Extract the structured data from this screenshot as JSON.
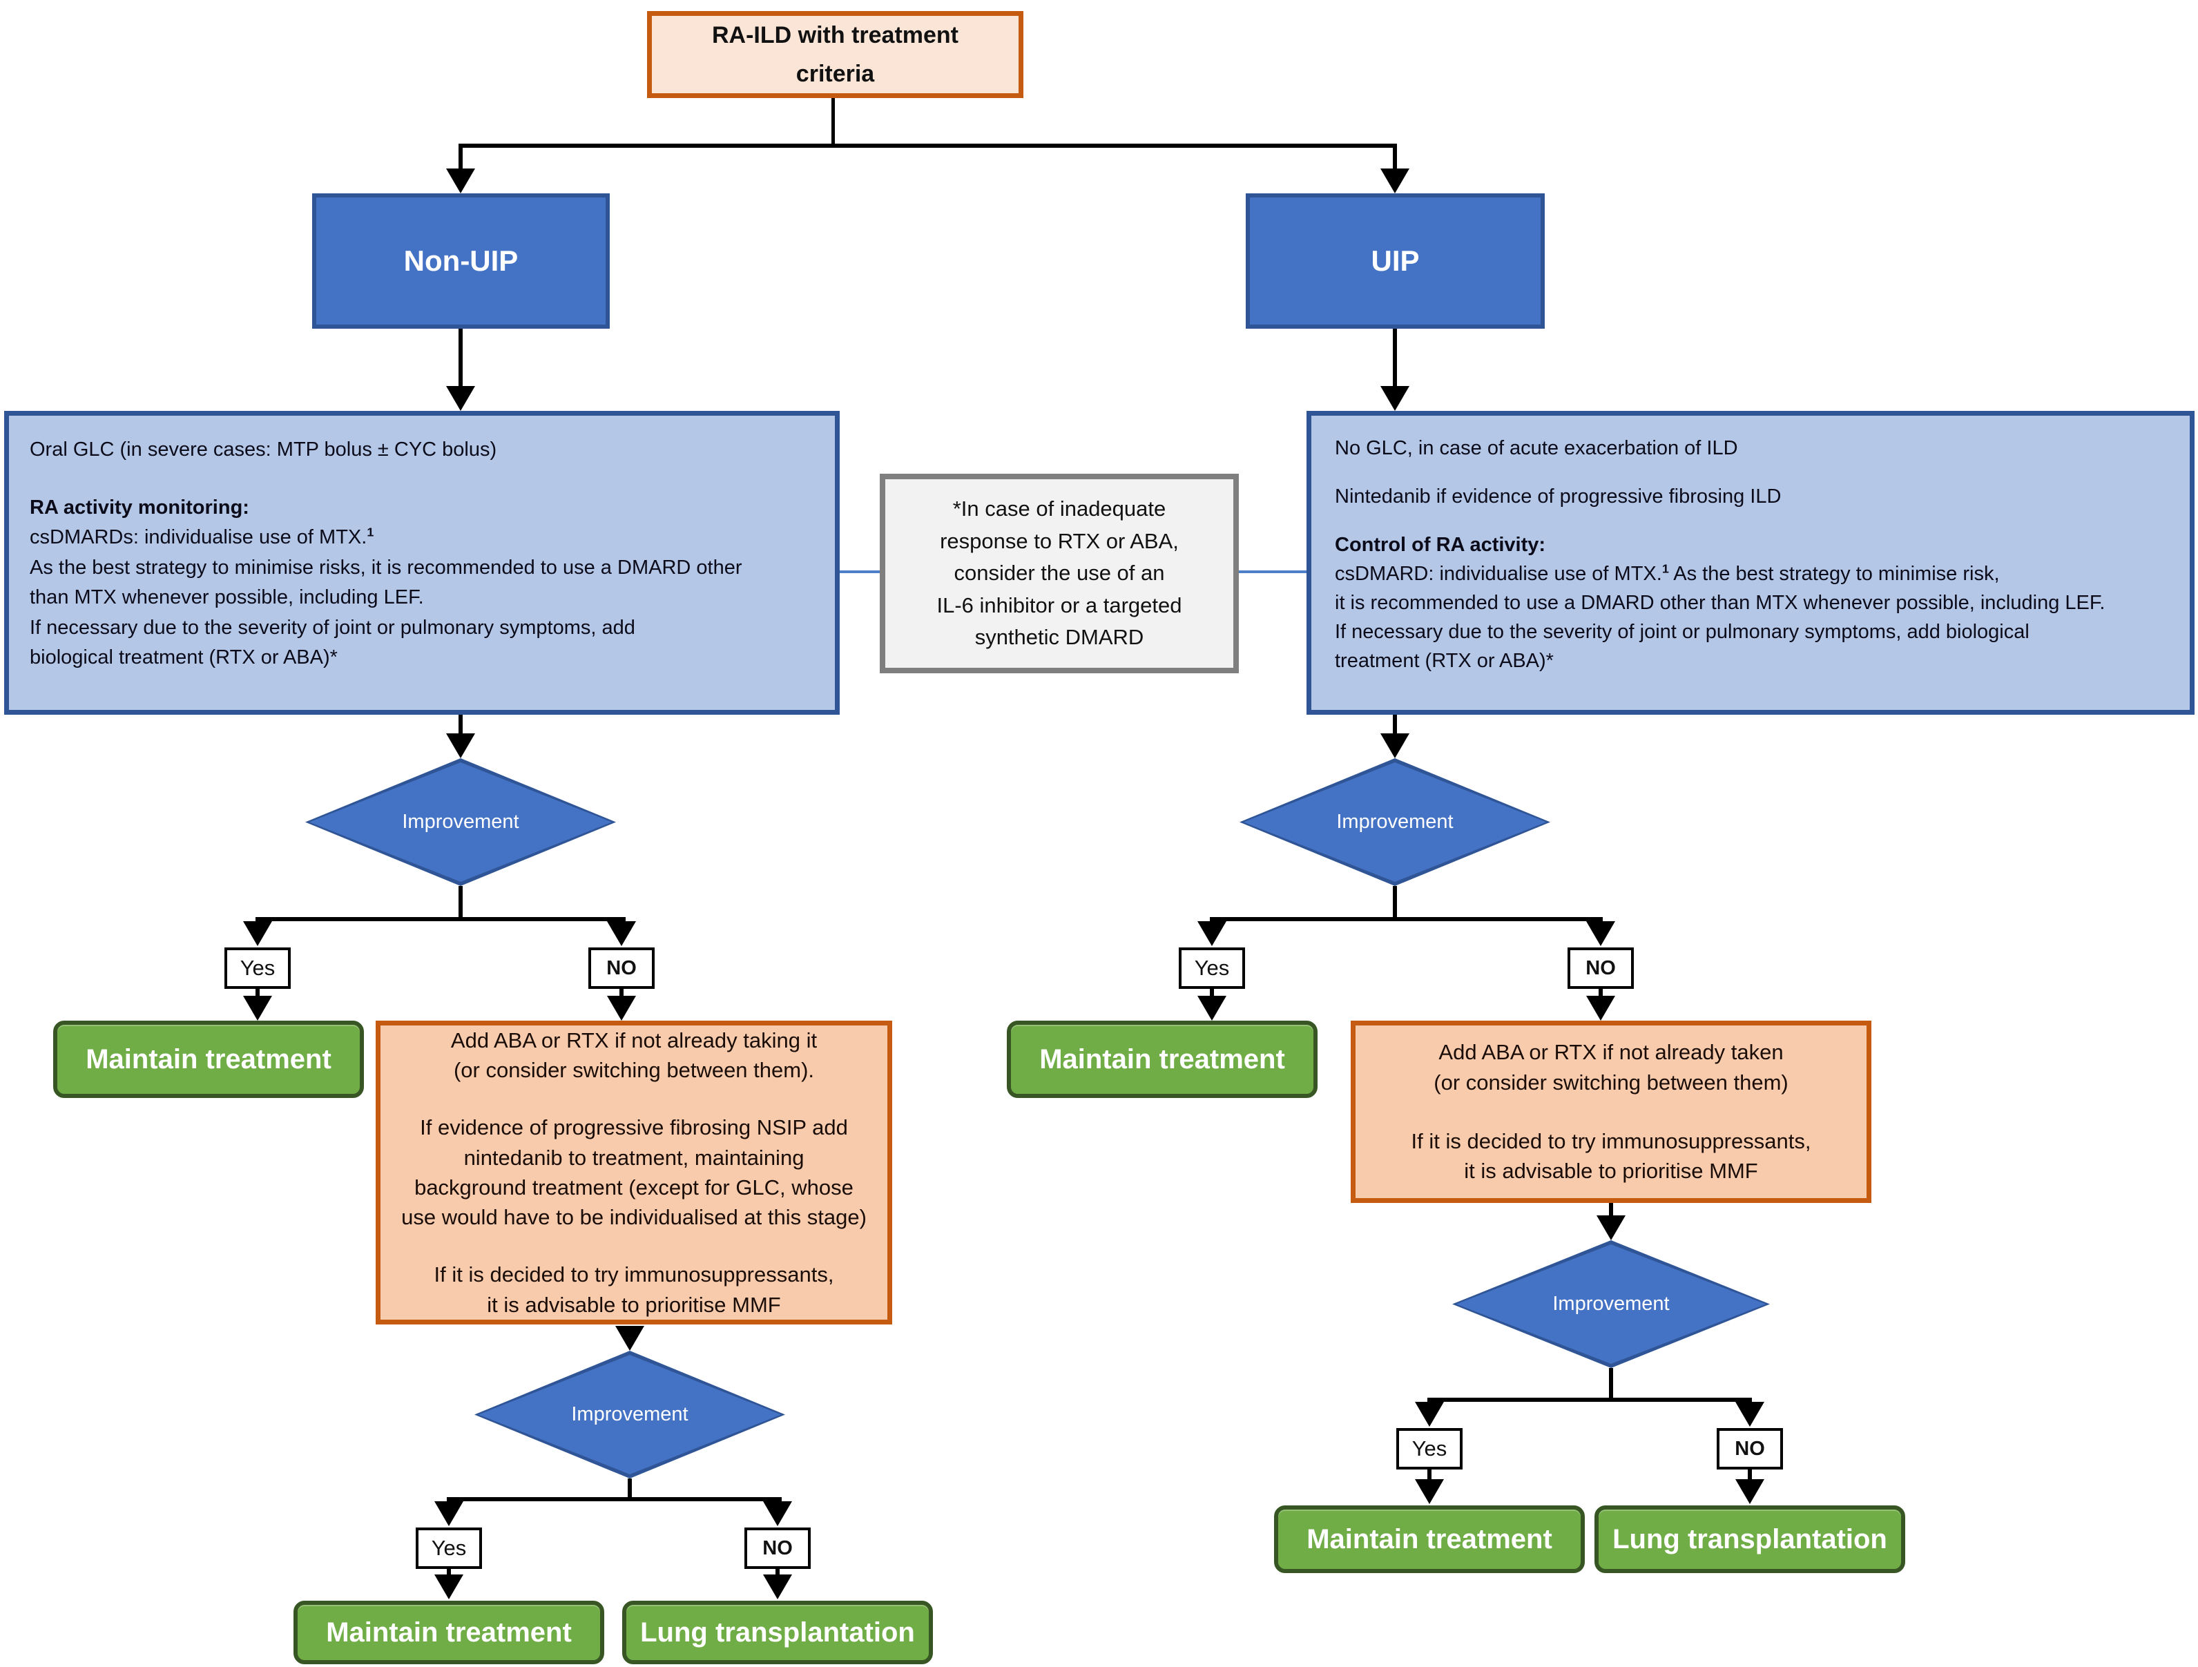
{
  "diagram_title": "RA-ILD treatment algorithm flowchart",
  "colors": {
    "root_fill": "#FBE5D6",
    "root_border": "#C55A11",
    "branch_fill": "#4472C4",
    "branch_border": "#2F5597",
    "treatment_fill": "#B4C7E7",
    "treatment_border": "#2F5597",
    "note_fill": "#F2F2F2",
    "note_border": "#7F7F7F",
    "escalation_fill": "#F8CBAD",
    "escalation_border": "#C55A11",
    "outcome_fill": "#70AD47",
    "outcome_border": "#375623",
    "diamond_fill": "#4472C4",
    "diamond_border": "#2F5597",
    "connector_blue": "#4E7FC9",
    "line_black": "#000000"
  },
  "labels": {
    "improvement": "Improvement",
    "yes": "Yes",
    "no": "NO",
    "maintain_treatment": "Maintain treatment",
    "lung_transplantation": "Lung transplantation"
  },
  "nodes": {
    "root": {
      "line1": "RA-ILD with treatment",
      "line2": "criteria"
    },
    "non_uip": "Non-UIP",
    "uip": "UIP",
    "left_treatment": {
      "line1": "Oral GLC (in severe cases: MTP bolus ± CYC bolus)",
      "heading": "RA activity monitoring:",
      "csdmard_pre": "csDMARDs: individualise use of MTX.",
      "csdmard_sup": "1",
      "line3": "As the best strategy to minimise risks, it is recommended to use a DMARD other",
      "line4": "than MTX whenever possible, including LEF.",
      "line5": "If necessary due to the severity of joint or pulmonary symptoms, add",
      "line6": "biological treatment (RTX or ABA)*"
    },
    "note": {
      "line1": "*In case of inadequate",
      "line2": "response to RTX or ABA,",
      "line3": "consider the use of an",
      "line4": "IL-6 inhibitor or a targeted",
      "line5": "synthetic DMARD"
    },
    "right_treatment": {
      "line1": "No GLC, in case of acute exacerbation of ILD",
      "line2": "Nintedanib if evidence of progressive fibrosing ILD",
      "heading": "Control of RA activity:",
      "csdmard_pre": "csDMARD: individualise use of MTX.",
      "csdmard_sup": "1",
      "csdmard_post": " As the best strategy to minimise risk,",
      "line4": "it is recommended to use a DMARD other than MTX whenever possible, including LEF.",
      "line5": "If necessary due to the severity of joint or pulmonary symptoms, add biological",
      "line6": "treatment (RTX or ABA)*"
    },
    "left_escalation": {
      "line1": "Add ABA or RTX if not already taking it",
      "line2": "(or consider switching between them).",
      "line3": "If evidence of progressive fibrosing NSIP add",
      "line4": "nintedanib to treatment, maintaining",
      "line5": "background treatment (except for GLC, whose",
      "line6": "use would have to be individualised at this stage)",
      "line7": "If it is decided to try immunosuppressants,",
      "line8": "it is advisable to prioritise MMF"
    },
    "right_escalation": {
      "line1": "Add ABA or RTX if not already taken",
      "line2": "(or consider switching between them)",
      "line3": "If it is decided to try immunosuppressants,",
      "line4": "it is advisable to prioritise MMF"
    }
  }
}
